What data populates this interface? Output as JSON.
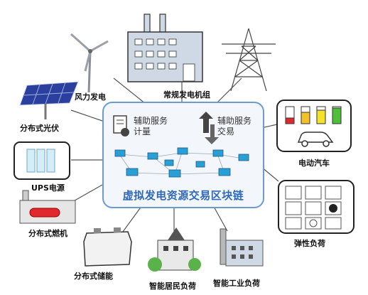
{
  "hub": {
    "service_metering_l1": "辅助服务",
    "service_metering_l2": "计量",
    "service_trading_l1": "辅助服务",
    "service_trading_l2": "交易",
    "title": "虚拟发电资源交易区块链"
  },
  "nodes": {
    "wind": "风力发电",
    "thermal": "常规发电机组",
    "pv": "分布式光伏",
    "ev": "电动汽车",
    "ups": "UPS电源",
    "gas": "分布式燃机",
    "flex": "弹性负荷",
    "storage": "分布式储能",
    "residential": "智能居民负荷",
    "industrial": "智能工业负荷"
  },
  "colors": {
    "hub_border": "#6c9bd0",
    "hub_title": "#2f68b8",
    "laptop_screen": "#2a9fd6",
    "solar_panel": "#2b3f9e",
    "factory": "#cfd9e6",
    "gas_engine_accent": "#e0282e"
  },
  "icons": [
    "wind-turbine-icon",
    "power-plant-icon",
    "transmission-tower-icon",
    "solar-panel-icon",
    "battery-icon",
    "car-icon",
    "ups-battery-icon",
    "gas-engine-icon",
    "load-switch-icon",
    "storage-battery-icon",
    "house-icon",
    "factory-icon",
    "document-check-icon",
    "exchange-arrows-icon",
    "laptop-icon"
  ]
}
